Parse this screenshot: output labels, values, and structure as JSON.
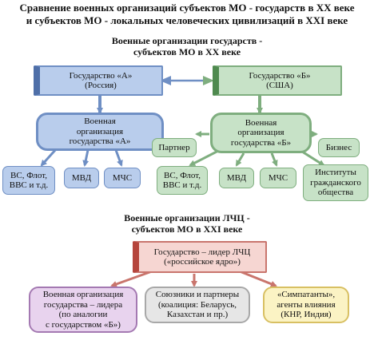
{
  "title_line1": "Сравнение военных организаций субъектов МО - государств в XX веке",
  "title_line2": "и субъектов МО - локальных человеческих цивилизаций в XXI веке",
  "section1": {
    "title_line1": "Военные организации государств -",
    "title_line2": "субъектов МО в XX веке",
    "state_a": "Государство «А»\n(Россия)",
    "state_b": "Государство «Б»\n(США)",
    "org_a": "Военная\nорганизация\nгосударства «А»",
    "org_b": "Военная\nорганизация\nгосударства «Б»",
    "a_children": [
      "ВС, Флот,\nВВС и т.д.",
      "МВД",
      "МЧС"
    ],
    "b_partner": "Партнер",
    "b_business": "Бизнес",
    "b_children": [
      "ВС, Флот,\nВВС и т.д.",
      "МВД",
      "МЧС",
      "Институты\nгражданского\nобщества"
    ]
  },
  "section2": {
    "title_line1": "Военные организации ЛЧЦ -",
    "title_line2": "субъектов МО в  XXI веке",
    "leader": "Государство – лидер ЛЧЦ\n(«российское ядро»)",
    "children": [
      "Военная организация\nгосударства – лидера\n(по аналогии\nс государством «Б»)",
      "Союзники и партнеры\n(коалиция: Беларусь,\nКазахстан и пр.)",
      "«Симпатанты»,\nагенты влияния\n(КНР, Индия)"
    ]
  },
  "colors": {
    "blue_line": "#6f8fc4",
    "green_line": "#7fae7f",
    "red_line": "#c9756d"
  }
}
